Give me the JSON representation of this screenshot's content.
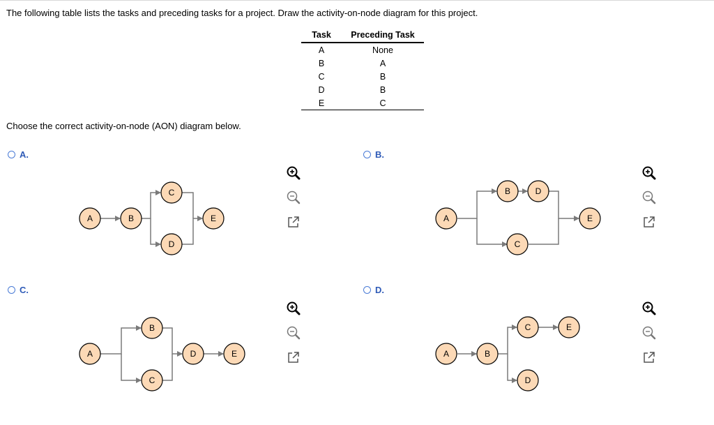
{
  "question": "The following table lists the tasks and preceding tasks for a project. Draw the activity-on-node diagram for this project.",
  "table": {
    "headers": [
      "Task",
      "Preceding Task"
    ],
    "rows": [
      [
        "A",
        "None"
      ],
      [
        "B",
        "A"
      ],
      [
        "C",
        "B"
      ],
      [
        "D",
        "B"
      ],
      [
        "E",
        "C"
      ]
    ]
  },
  "prompt": "Choose the correct activity-on-node (AON) diagram below.",
  "options": [
    {
      "label": "A.",
      "nodes": [
        "A",
        "B",
        "C",
        "D",
        "E"
      ]
    },
    {
      "label": "B.",
      "nodes": [
        "A",
        "B",
        "D",
        "C",
        "E"
      ]
    },
    {
      "label": "C.",
      "nodes": [
        "A",
        "B",
        "C",
        "D",
        "E"
      ]
    },
    {
      "label": "D.",
      "nodes": [
        "A",
        "B",
        "C",
        "E",
        "D"
      ]
    }
  ],
  "tools": [
    "zoom-in-icon",
    "zoom-out-icon",
    "open-in-new-window-icon"
  ],
  "colors": {
    "node_fill": "#fcd9b6",
    "edge": "#7a7a7a",
    "option_label": "#2f5bb7"
  }
}
